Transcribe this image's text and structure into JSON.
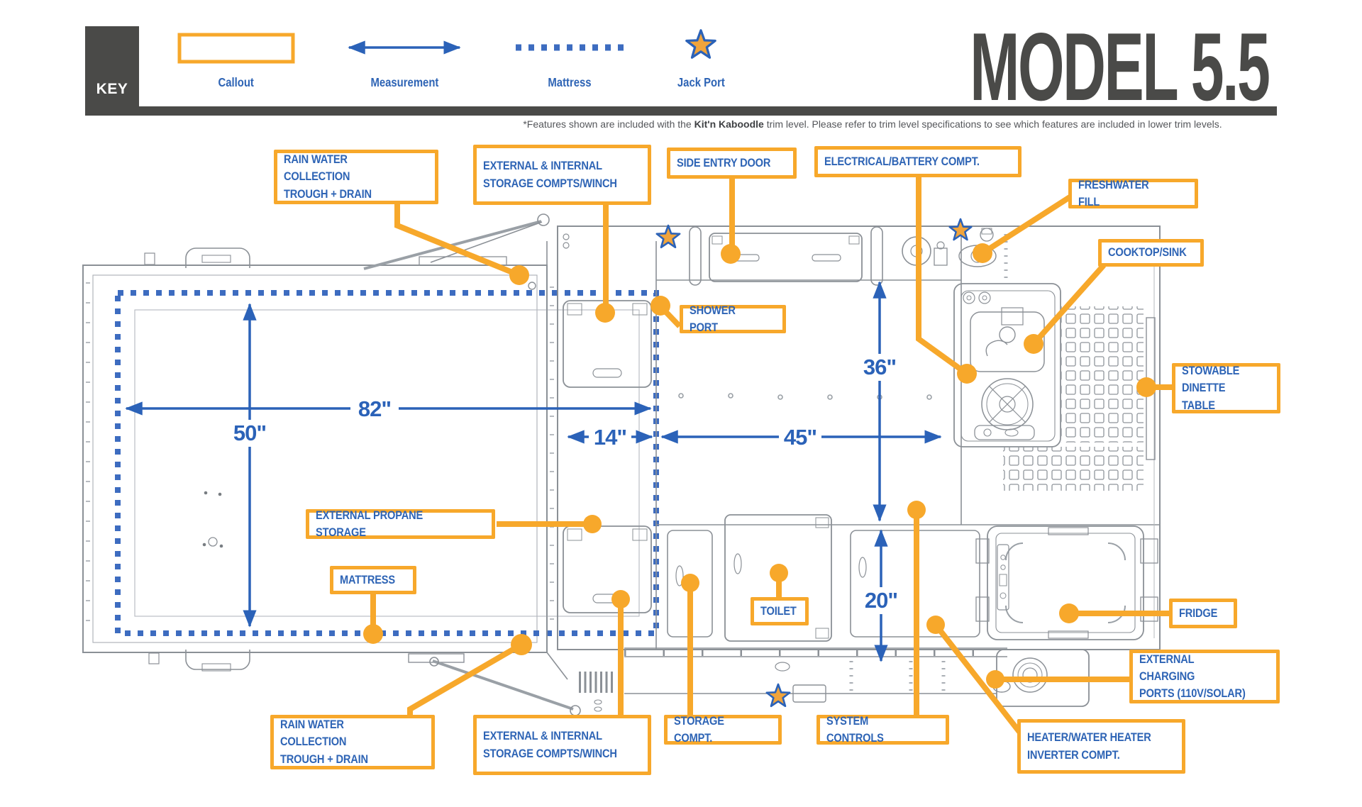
{
  "colors": {
    "accent_orange": "#F7A82B",
    "label_blue": "#2E64B5",
    "dimension_blue": "#2B62B8",
    "mattress_blue": "#3D6CC0",
    "header_dark": "#4A4A48",
    "drawing_gray": "#8B9096"
  },
  "header": {
    "key_label": "KEY",
    "title": "MODEL 5.5",
    "legend": [
      {
        "id": "callout",
        "label": "Callout"
      },
      {
        "id": "measurement",
        "label": "Measurement"
      },
      {
        "id": "mattress",
        "label": "Mattress"
      },
      {
        "id": "jack_port",
        "label": "Jack Port"
      }
    ],
    "disclaimer_prefix": "*Features shown are included with the ",
    "disclaimer_bold": "Kit'n Kaboodle",
    "disclaimer_suffix": " trim level. Please refer to trim level specifications to see which features are included in lower trim levels."
  },
  "callouts": {
    "rain_water_top": {
      "label": "RAIN WATER COLLECTION\nTROUGH + DRAIN"
    },
    "storage_winch_top": {
      "label": "EXTERNAL & INTERNAL\nSTORAGE COMPTS/WINCH"
    },
    "side_entry_door": {
      "label": "SIDE ENTRY DOOR"
    },
    "electrical_battery": {
      "label": "ELECTRICAL/BATTERY COMPT."
    },
    "freshwater_fill": {
      "label": "FRESHWATER FILL"
    },
    "cooktop_sink": {
      "label": "COOKTOP/SINK"
    },
    "stowable_dinette": {
      "label": "STOWABLE\nDINETTE TABLE"
    },
    "shower_port": {
      "label": "SHOWER PORT"
    },
    "external_propane": {
      "label": "EXTERNAL PROPANE STORAGE"
    },
    "mattress": {
      "label": "MATTRESS"
    },
    "toilet": {
      "label": "TOILET"
    },
    "fridge": {
      "label": "FRIDGE"
    },
    "external_charging": {
      "label": "EXTERNAL CHARGING\nPORTS (110V/SOLAR)"
    },
    "rain_water_bottom": {
      "label": "RAIN WATER COLLECTION\nTROUGH + DRAIN"
    },
    "storage_winch_bottom": {
      "label": "EXTERNAL & INTERNAL\nSTORAGE COMPTS/WINCH"
    },
    "storage_compt": {
      "label": "STORAGE COMPT."
    },
    "system_controls": {
      "label": "SYSTEM CONTROLS"
    },
    "heater_inverter": {
      "label": "HEATER/WATER HEATER\nINVERTER COMPT."
    }
  },
  "measurements": {
    "bed_width": "82\"",
    "bed_depth": "50\"",
    "pass_through": "14\"",
    "galley_width": "45\"",
    "interior_depth": "36\"",
    "rear_depth": "20\""
  }
}
